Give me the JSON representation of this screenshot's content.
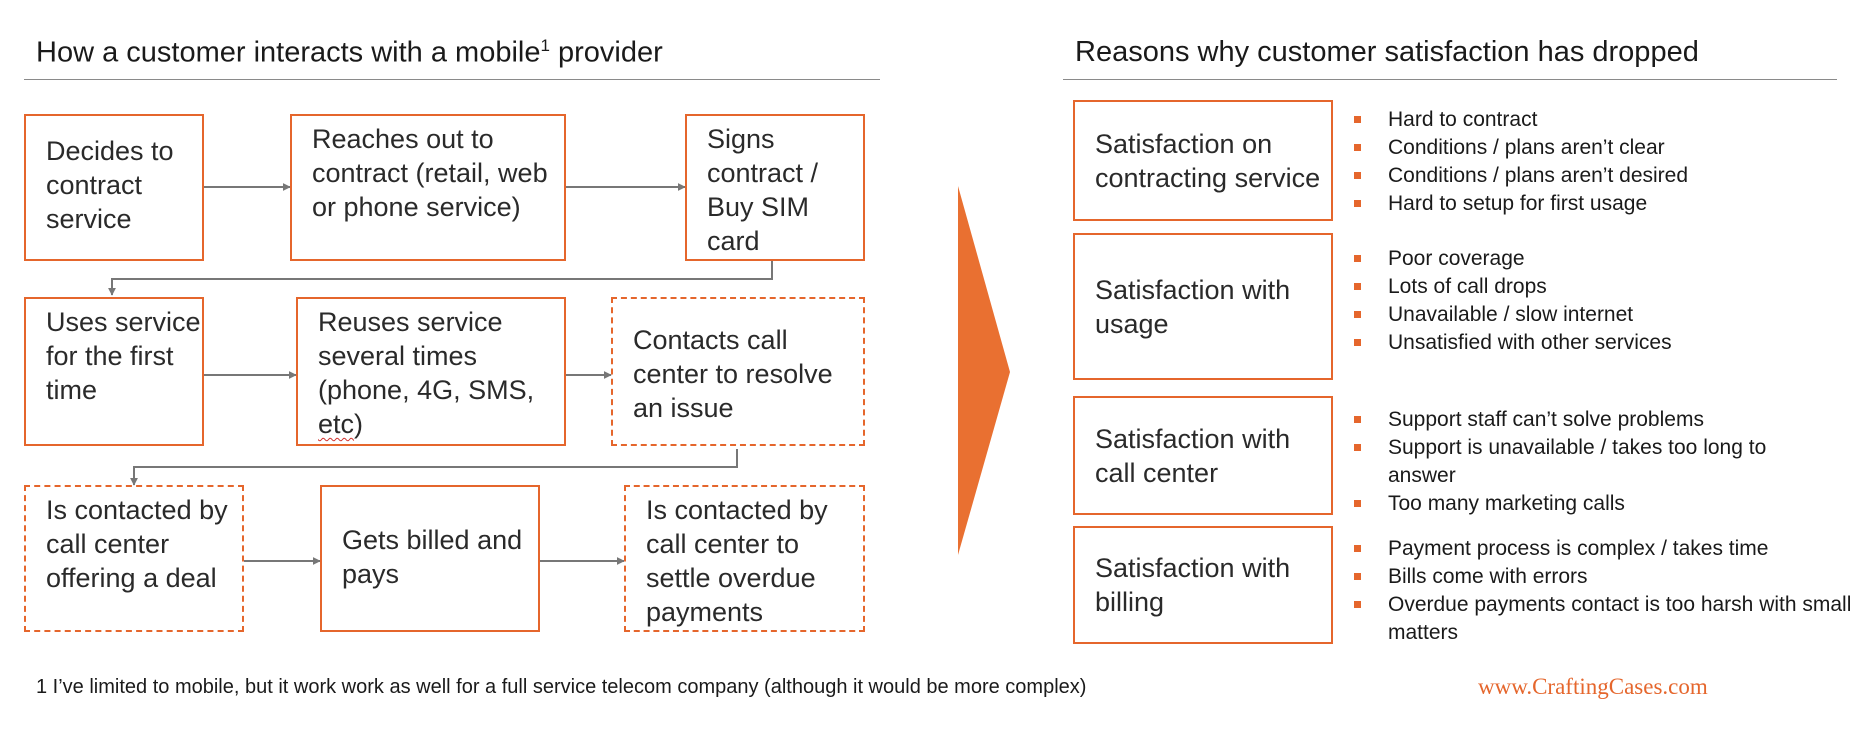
{
  "left": {
    "title": "How a customer interacts with a mobile",
    "title_sup": "1",
    "title_end": " provider",
    "steps": {
      "s1": "Decides to contract service",
      "s2": "Reaches out to contract (retail, web or phone service)",
      "s3": "Signs contract / Buy SIM card",
      "s4": "Uses service for the first time",
      "s5_pre": "Reuses service several times (phone, 4G, SMS, ",
      "s5_mark": "etc",
      "s5_post": ")",
      "s6": "Contacts call center to resolve an issue",
      "s7": "Is contacted by call center offering a deal",
      "s8": "Gets billed and pays",
      "s9": "Is contacted by call center to settle overdue payments"
    }
  },
  "right": {
    "title": "Reasons why customer satisfaction has dropped",
    "groups": [
      {
        "label": "Satisfaction on contracting service",
        "bullets": [
          "Hard to contract",
          "Conditions / plans aren’t clear",
          "Conditions / plans aren’t desired",
          "Hard to setup for first usage"
        ]
      },
      {
        "label": "Satisfaction with usage",
        "bullets": [
          "Poor coverage",
          "Lots of call drops",
          "Unavailable / slow internet",
          "Unsatisfied with other services"
        ]
      },
      {
        "label": "Satisfaction with call center",
        "bullets": [
          "Support staff can’t solve problems",
          "Support is unavailable / takes too long to answer",
          "Too many marketing calls"
        ]
      },
      {
        "label": "Satisfaction with billing",
        "bullets": [
          "Payment process is complex / takes time",
          "Bills come with errors",
          "Overdue payments contact is too harsh with small matters"
        ]
      }
    ]
  },
  "footnote": "1 I’ve limited to mobile, but it work work as well for a full service telecom company (although it would be more complex)",
  "brand": "www.CraftingCases.com",
  "colors": {
    "accent": "#e5662c",
    "connector": "#777777"
  }
}
